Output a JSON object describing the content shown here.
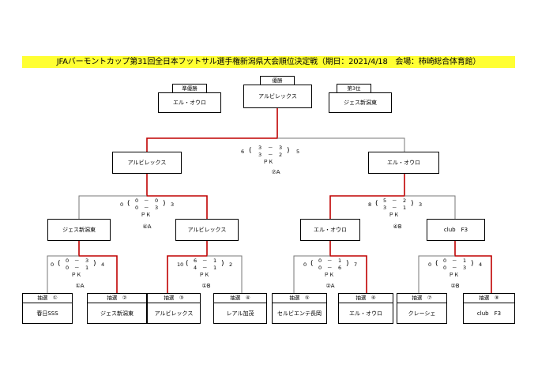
{
  "title": "JFAバーモントカップ第31回全日本フットサル選手権新潟県大会順位決定戦（期日：2021/4/18　会場：柿崎総合体育館）",
  "podium": {
    "champion": {
      "caption": "優勝",
      "team": "アルビレックス"
    },
    "runner_up": {
      "caption": "準優勝",
      "team": "エル・オウロ"
    },
    "third": {
      "caption": "第3位",
      "team": "ジェス新潟東"
    }
  },
  "final": {
    "left_team": "アルビレックス",
    "right_team": "エル・オウロ",
    "label": "⑦A",
    "score": {
      "left_total": "6",
      "right_total": "5",
      "h1": [
        "3",
        "3"
      ],
      "h2": [
        "3",
        "2"
      ],
      "pk": "ＰＫ"
    }
  },
  "semifinals": [
    {
      "id": "sf-4a",
      "label": "④A",
      "left_team": "ジェス新潟東",
      "right_team": "アルビレックス",
      "score": {
        "left_total": "0",
        "right_total": "3",
        "h1": [
          "0",
          "0"
        ],
        "h2": [
          "0",
          "3"
        ],
        "pk": "ＰＫ"
      }
    },
    {
      "id": "sf-4b",
      "label": "④B",
      "left_team": "エル・オウロ",
      "right_team": "club　F3",
      "score": {
        "left_total": "8",
        "right_total": "3",
        "h1": [
          "5",
          "2"
        ],
        "h2": [
          "3",
          "1"
        ],
        "pk": "ＰＫ"
      }
    }
  ],
  "first_round": [
    {
      "id": "r1-1a",
      "label": "①A",
      "score": {
        "left_total": "0",
        "right_total": "4",
        "h1": [
          "0",
          "3"
        ],
        "h2": [
          "0",
          "1"
        ],
        "pk": "ＰＫ"
      }
    },
    {
      "id": "r1-1b",
      "label": "①B",
      "score": {
        "left_total": "10",
        "right_total": "2",
        "h1": [
          "6",
          "1"
        ],
        "h2": [
          "4",
          "1"
        ],
        "pk": "ＰＫ"
      }
    },
    {
      "id": "r1-2a",
      "label": "②A",
      "score": {
        "left_total": "0",
        "right_total": "7",
        "h1": [
          "0",
          "1"
        ],
        "h2": [
          "0",
          "6"
        ],
        "pk": "ＰＫ"
      }
    },
    {
      "id": "r1-2b",
      "label": "②B",
      "score": {
        "left_total": "0",
        "right_total": "4",
        "h1": [
          "0",
          "1"
        ],
        "h2": [
          "0",
          "3"
        ],
        "pk": "ＰＫ"
      }
    }
  ],
  "draws": [
    {
      "caption": "抽選　①",
      "team": "春日SSS"
    },
    {
      "caption": "抽選　②",
      "team": "ジェス新潟東"
    },
    {
      "caption": "抽選　③",
      "team": "アルビレックス"
    },
    {
      "caption": "抽選　④",
      "team": "レアル加茂"
    },
    {
      "caption": "抽選　⑤",
      "team": "セルビエンテ長岡"
    },
    {
      "caption": "抽選　⑥",
      "team": "エル・オウロ"
    },
    {
      "caption": "抽選　⑦",
      "team": "クレーシェ"
    },
    {
      "caption": "抽選　⑧",
      "team": "club　F3"
    }
  ],
  "colors": {
    "winner_line": "#c00000",
    "loser_line": "#777777",
    "title_bg": "#ffff33"
  }
}
